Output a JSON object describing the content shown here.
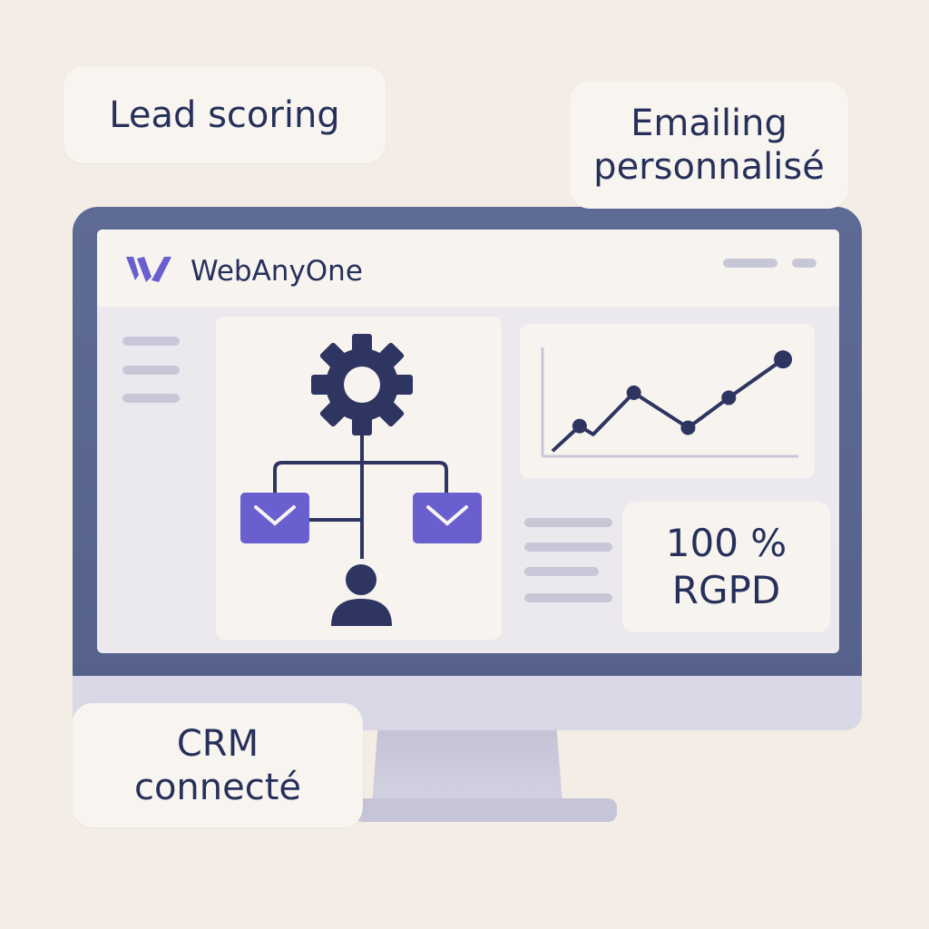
{
  "tags": {
    "lead_scoring": "Lead scoring",
    "emailing_line1": "Emailing",
    "emailing_line2": "personnalisé",
    "crm_line1": "CRM",
    "crm_line2": "connecté"
  },
  "app": {
    "brand": "WebAnyOne",
    "logo_letter": "W"
  },
  "badge": {
    "line1": "100 %",
    "line2": "RGPD"
  },
  "colors": {
    "navy": "#27305a",
    "accent": "#6a5fcf",
    "bezel": "#5b6890"
  },
  "chart_data": {
    "type": "line",
    "title": "",
    "xlabel": "",
    "ylabel": "",
    "x": [
      0,
      1,
      1.5,
      3,
      5,
      6.5,
      8.5
    ],
    "y": [
      0,
      3,
      2,
      7,
      2.8,
      6.4,
      11
    ],
    "markers": [
      false,
      true,
      false,
      true,
      true,
      true,
      true
    ],
    "xlim": [
      -0.2,
      9
    ],
    "ylim": [
      -0.2,
      12
    ]
  }
}
